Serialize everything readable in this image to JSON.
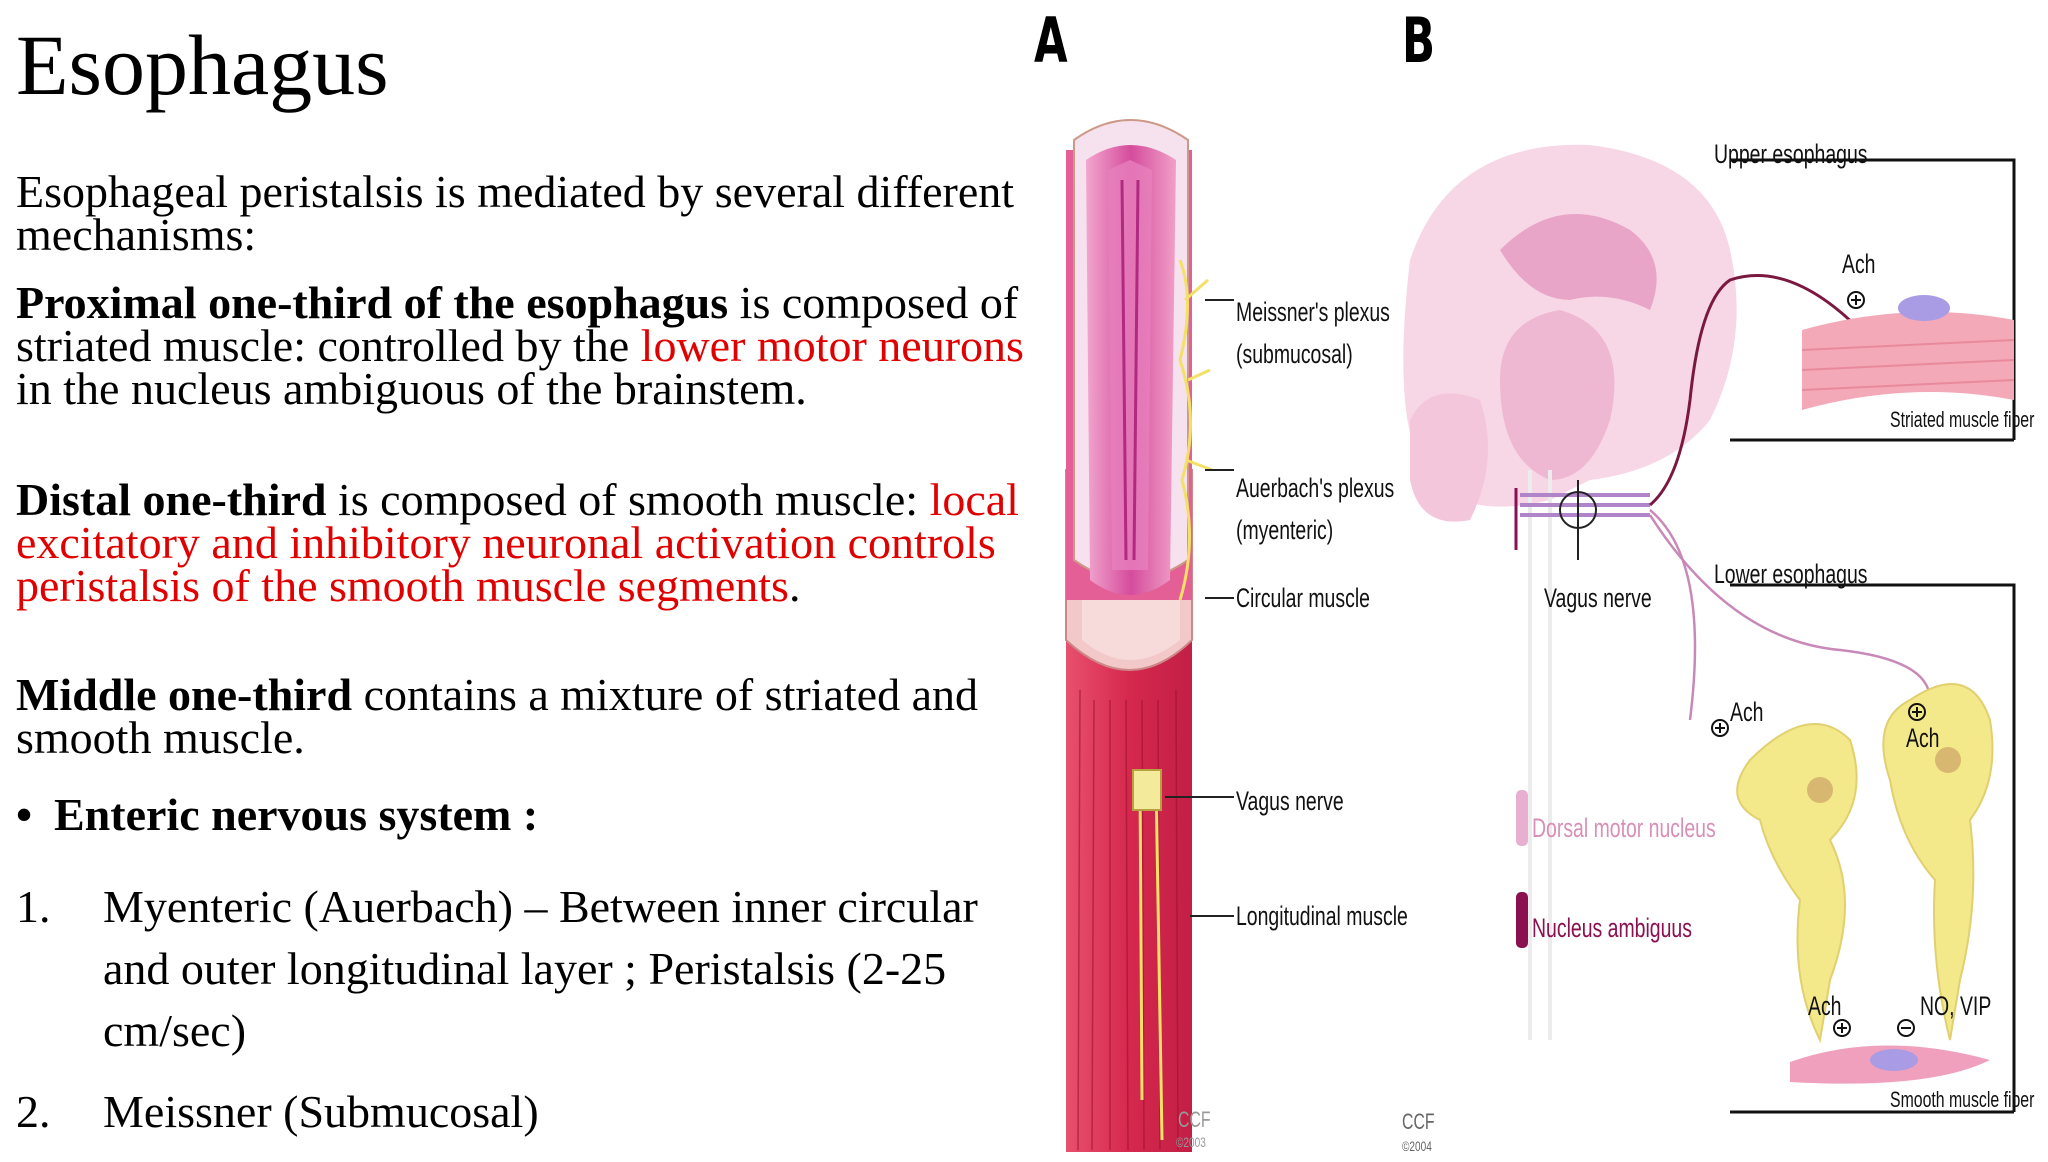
{
  "slide": {
    "title": "Esophagus",
    "intro": "Esophageal peristalsis is mediated by several different mechanisms:",
    "proximal": {
      "bold": "Proximal one-third of the esophagus",
      "text1": " is composed of striated muscle: controlled by the ",
      "red": "lower motor neurons",
      "text2": " in the nucleus ambiguous of the brainstem."
    },
    "distal": {
      "bold": "Distal one-third",
      "text1": " is composed of smooth muscle: ",
      "red": "local excitatory and inhibitory neuronal activation controls peristalsis of the smooth muscle segments",
      "text2": "."
    },
    "middle": {
      "bold": "Middle one-third",
      "text1": " contains a mixture of striated and smooth muscle."
    },
    "bullet": "Enteric nervous system :",
    "list": [
      {
        "num": "1.",
        "text": "Myenteric (Auerbach) – Between inner circular and outer longitudinal layer ; Peristalsis (2-25 cm/sec)"
      },
      {
        "num": "2.",
        "text": "Meissner (Submucosal)"
      }
    ]
  },
  "figure": {
    "panel_a": {
      "letter": "A",
      "labels": [
        "Meissner's plexus",
        "(submucosal)",
        "Auerbach's plexus",
        "(myenteric)",
        "Circular muscle",
        "Vagus nerve",
        "Longitudinal muscle"
      ],
      "credit": [
        "CCF",
        "©2003"
      ]
    },
    "panel_b": {
      "letter": "B",
      "upper": "Upper esophagus",
      "lower": "Lower esophagus",
      "striated": "Striated muscle fiber",
      "smooth": "Smooth muscle fiber",
      "vagus": "Vagus nerve",
      "dorsal": "Dorsal motor nucleus",
      "ambiguus": "Nucleus ambiguus",
      "ach": "Ach",
      "novip": "NO, VIP",
      "credit": [
        "CCF",
        "©2004"
      ]
    }
  },
  "colors": {
    "accent_red": "#e00000",
    "muscle": "#d8305a",
    "neuron": "#f3e88a"
  }
}
